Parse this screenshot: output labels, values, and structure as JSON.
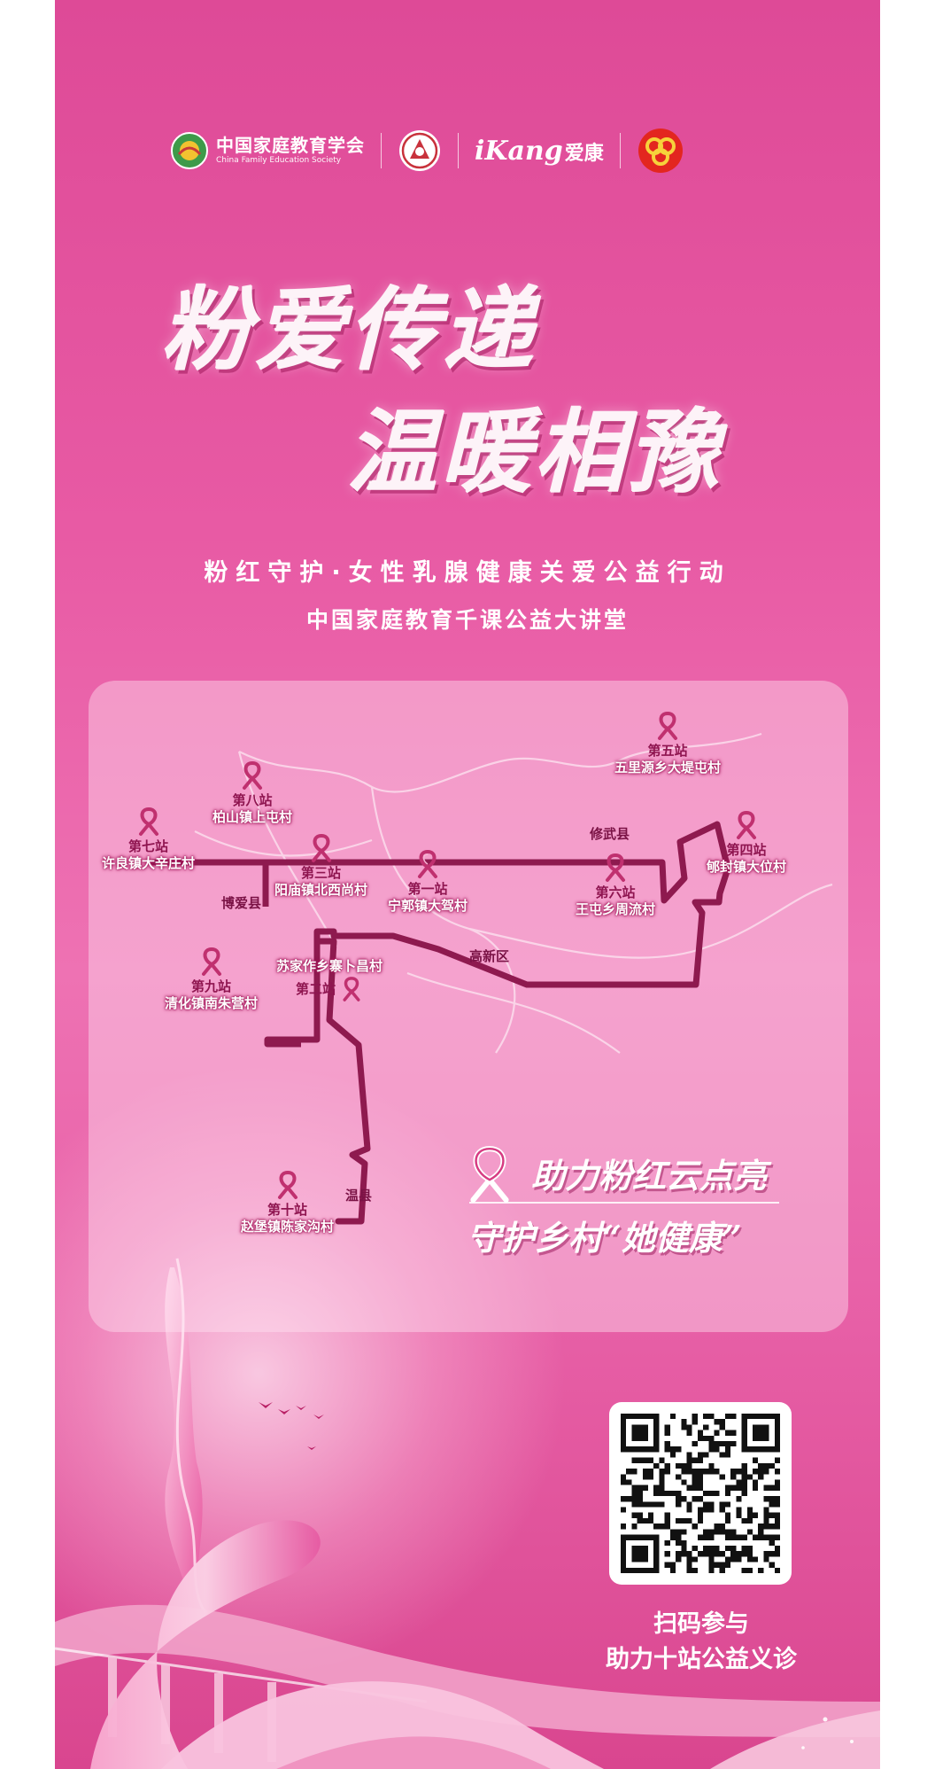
{
  "logos": {
    "society_name": "中国家庭教育学会",
    "society_name_en": "China Family Education Society",
    "ikang_word": "iKang",
    "ikang_cn": "爱康"
  },
  "title": {
    "line1": "粉爱传递",
    "line2": "温暖相豫"
  },
  "subtitle": {
    "line1": "粉红守护·女性乳腺健康关爱公益行动",
    "line2": "中国家庭教育千课公益大讲堂"
  },
  "map": {
    "stations": [
      {
        "name": "第一站",
        "place": "宁郭镇大驾村"
      },
      {
        "name": "第二站",
        "place": "苏家作乡寨卜昌村"
      },
      {
        "name": "第三站",
        "place": "阳庙镇北西尚村"
      },
      {
        "name": "第四站",
        "place": "郇封镇大位村"
      },
      {
        "name": "第五站",
        "place": "五里源乡大堤屯村"
      },
      {
        "name": "第六站",
        "place": "王屯乡周流村"
      },
      {
        "name": "第七站",
        "place": "许良镇大辛庄村"
      },
      {
        "name": "第八站",
        "place": "柏山镇上屯村"
      },
      {
        "name": "第九站",
        "place": "清化镇南朱营村"
      },
      {
        "name": "第十站",
        "place": "赵堡镇陈家沟村"
      }
    ],
    "counties": {
      "xiuwu": "修武县",
      "boai": "博爱县",
      "gaoxin": "高新区",
      "wenxian": "温县"
    },
    "route_color": "#8e1a4f"
  },
  "slogan": {
    "line1": "助力粉红云点亮",
    "line2": "守护乡村“她健康”"
  },
  "qr": {
    "caption1": "扫码参与",
    "caption2": "助力十站公益义诊"
  },
  "colors": {
    "bg": "#e85aa4",
    "accent": "#8e1a4f",
    "ribbon": "#c0306f"
  }
}
